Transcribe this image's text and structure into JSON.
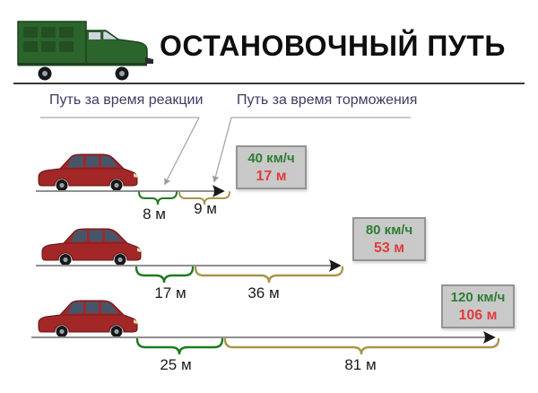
{
  "title": "ОСТАНОВОЧНЫЙ ПУТЬ",
  "legend": {
    "reaction": "Путь за время реакции",
    "braking": "Путь за время торможения"
  },
  "rows": [
    {
      "speed": "40 км/ч",
      "total": "17 м",
      "reaction_distance": "8 м",
      "braking_distance": "9 м"
    },
    {
      "speed": "80 км/ч",
      "total": "53 м",
      "reaction_distance": "17 м",
      "braking_distance": "36 м"
    },
    {
      "speed": "120 км/ч",
      "total": "106 м",
      "reaction_distance": "25 м",
      "braking_distance": "81 м"
    }
  ],
  "colors": {
    "reaction_brace": "#1f7a1f",
    "braking_brace": "#a8964a",
    "speed_text": "#2e7d32",
    "distance_text": "#e23b3b",
    "box_background": "#c9c9c9",
    "box_border": "#949494",
    "car_red": "#a32727",
    "truck_green": "#2c652c",
    "line_gray": "#8f8f8f"
  },
  "chart_data": {
    "type": "bar",
    "title": "ОСТАНОВОЧНЫЙ ПУТЬ",
    "categories": [
      "40 км/ч",
      "80 км/ч",
      "120 км/ч"
    ],
    "series": [
      {
        "name": "Путь за время реакции",
        "values": [
          8,
          17,
          25
        ],
        "unit": "м"
      },
      {
        "name": "Путь за время торможения",
        "values": [
          9,
          36,
          81
        ],
        "unit": "м"
      }
    ],
    "totals": [
      17,
      53,
      106
    ],
    "legend_position": "top",
    "grid": false
  }
}
